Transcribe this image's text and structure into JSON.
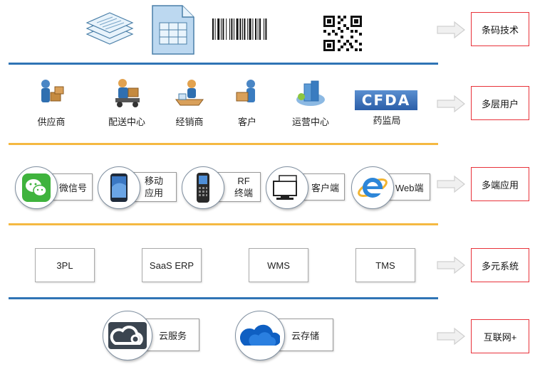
{
  "layers": [
    {
      "label": "条码技术"
    },
    {
      "label": "多层用户"
    },
    {
      "label": "多端应用"
    },
    {
      "label": "多元系统"
    },
    {
      "label": "互联网+"
    }
  ],
  "roles": [
    {
      "label": "供应商",
      "icon": "supplier-icon"
    },
    {
      "label": "配送中心",
      "icon": "distribution-center-icon"
    },
    {
      "label": "经销商",
      "icon": "distributor-icon"
    },
    {
      "label": "客户",
      "icon": "customer-icon"
    },
    {
      "label": "运营中心",
      "icon": "operation-center-icon"
    },
    {
      "label": "药监局",
      "icon": "cfda-logo",
      "logo_text": "CFDA"
    }
  ],
  "devices": [
    {
      "label": "微信号"
    },
    {
      "label": "移动\n应用"
    },
    {
      "label": "RF\n终端"
    },
    {
      "label": "客户端"
    },
    {
      "label": "Web端"
    }
  ],
  "systems": [
    "3PL",
    "SaaS ERP",
    "WMS",
    "TMS"
  ],
  "clouds": [
    {
      "label": "云服务"
    },
    {
      "label": "云存储"
    }
  ],
  "colors": {
    "accent_red": "#e8323a",
    "line_blue": "#2f74b5",
    "line_orange": "#f5b942"
  }
}
